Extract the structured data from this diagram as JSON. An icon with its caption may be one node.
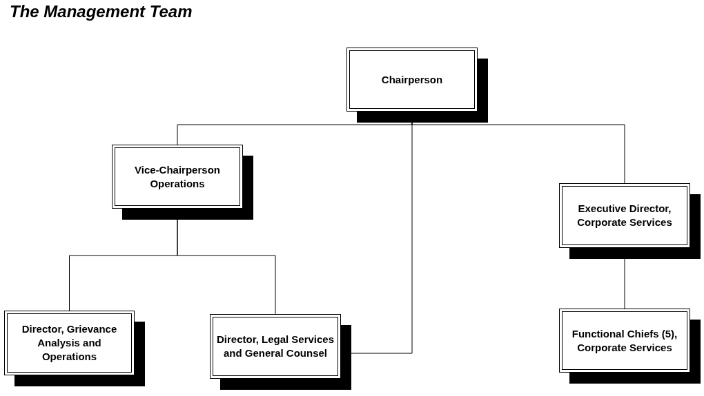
{
  "diagram": {
    "title": "The Management Team",
    "nodes": [
      {
        "text": [
          "Chairperson"
        ]
      },
      {
        "text": [
          "Vice-Chairperson Operations"
        ]
      },
      {
        "text": [
          "Executive Director, Corporate Services"
        ]
      },
      {
        "text": [
          "Director, Grievance Analysis and Operations"
        ]
      },
      {
        "text": [
          "Director, Legal Services and General Counsel"
        ]
      },
      {
        "text": [
          "Functional Chiefs (5), Corporate Services"
        ]
      }
    ],
    "edges": [
      {
        "from": 0,
        "to": 1,
        "arrow": "none"
      },
      {
        "from": 0,
        "to": 2,
        "arrow": "none"
      },
      {
        "from": 0,
        "to": 4,
        "arrow": "none"
      },
      {
        "from": 1,
        "to": 3,
        "arrow": "none"
      },
      {
        "from": 1,
        "to": 4,
        "arrow": "none"
      },
      {
        "from": 2,
        "to": 5,
        "arrow": "none"
      }
    ]
  }
}
